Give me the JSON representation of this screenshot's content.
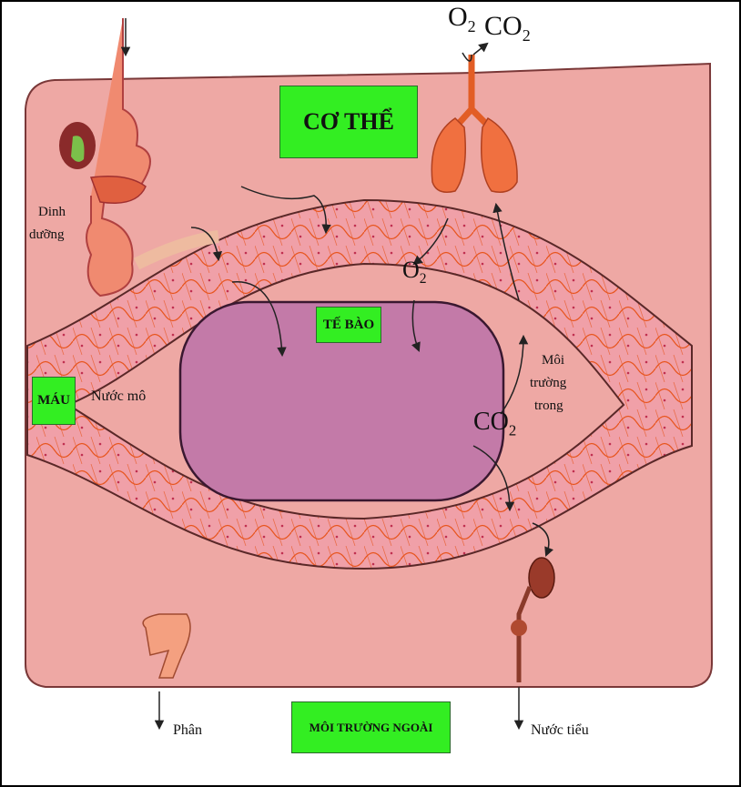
{
  "labels": {
    "body": "CƠ THỂ",
    "cell": "TẾ BÀO",
    "blood": "MÁU",
    "tissue_fluid": "Nước mô",
    "internal_env_1": "Môi",
    "internal_env_2": "trường",
    "internal_env_3": "trong",
    "external_env": "MÔI TRƯỜNG NGOÀI",
    "nutrition_1": "Dinh",
    "nutrition_2": "dưỡng",
    "feces": "Phân",
    "urine": "Nước tiểu"
  },
  "chem": {
    "o2_top": {
      "base": "O",
      "sub": "2"
    },
    "co2_top": {
      "base": "CO",
      "sub": "2"
    },
    "o2_mid": {
      "base": "O",
      "sub": "2"
    },
    "co2_mid": {
      "base": "CO",
      "sub": "2"
    }
  },
  "colors": {
    "body_fill": "#eea8a4",
    "vessel_fill": "#f0a0a8",
    "vessel_line": "#e8551f",
    "cell_fill": "#c37aa8",
    "organ_fill": "#f08050",
    "label_fill": "#33ee22"
  }
}
